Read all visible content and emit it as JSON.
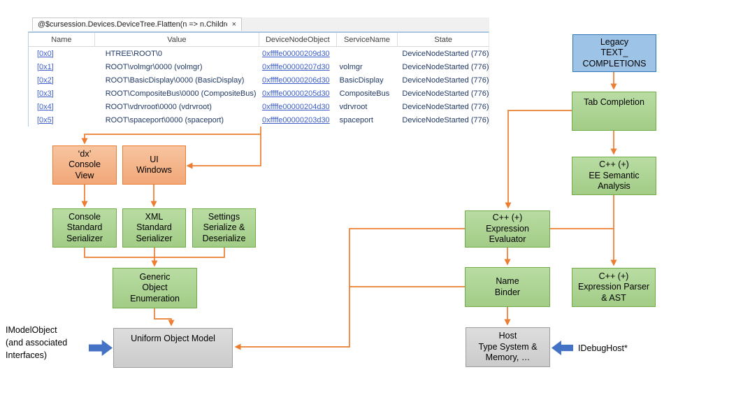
{
  "tab": {
    "title": "@$cursession.Devices.DeviceTree.Flatten(n => n.Children)",
    "close_label": "×"
  },
  "table": {
    "columns": [
      "Name",
      "Value",
      "DeviceNodeObject",
      "ServiceName",
      "State"
    ],
    "rows": [
      {
        "name": "[0x0]",
        "value": "HTREE\\ROOT\\0",
        "node": "0xffffe00000209d30",
        "service": "",
        "state": "DeviceNodeStarted (776)"
      },
      {
        "name": "[0x1]",
        "value": "ROOT\\volmgr\\0000 (volmgr)",
        "node": "0xffffe00000207d30",
        "service": "volmgr",
        "state": "DeviceNodeStarted (776)"
      },
      {
        "name": "[0x2]",
        "value": "ROOT\\BasicDisplay\\0000 (BasicDisplay)",
        "node": "0xffffe00000206d30",
        "service": "BasicDisplay",
        "state": "DeviceNodeStarted (776)"
      },
      {
        "name": "[0x3]",
        "value": "ROOT\\CompositeBus\\0000 (CompositeBus)",
        "node": "0xffffe00000205d30",
        "service": "CompositeBus",
        "state": "DeviceNodeStarted (776)"
      },
      {
        "name": "[0x4]",
        "value": "ROOT\\vdrvroot\\0000 (vdrvroot)",
        "node": "0xffffe00000204d30",
        "service": "vdrvroot",
        "state": "DeviceNodeStarted (776)"
      },
      {
        "name": "[0x5]",
        "value": "ROOT\\spaceport\\0000 (spaceport)",
        "node": "0xffffe00000203d30",
        "service": "spaceport",
        "state": "DeviceNodeStarted (776)"
      }
    ]
  },
  "boxes": {
    "legacy": {
      "lines": [
        "Legacy",
        "TEXT_",
        "COMPLETIONS"
      ]
    },
    "tab_completion": {
      "lines": [
        "Tab Completion"
      ]
    },
    "ee_semantic": {
      "lines": [
        "C++ (+)",
        "EE Semantic",
        "Analysis"
      ]
    },
    "dx_console": {
      "lines": [
        "‘dx’",
        "Console",
        "View"
      ]
    },
    "ui_windows": {
      "lines": [
        "UI",
        "Windows"
      ]
    },
    "console_serializer": {
      "lines": [
        "Console",
        "Standard",
        "Serializer"
      ]
    },
    "xml_serializer": {
      "lines": [
        "XML",
        "Standard",
        "Serializer"
      ]
    },
    "settings_serializer": {
      "lines": [
        "Settings",
        "Serialize &",
        "Deserialize"
      ]
    },
    "generic_enum": {
      "lines": [
        "Generic",
        "Object",
        "Enumeration"
      ]
    },
    "uniform_model": {
      "lines": [
        "Uniform Object Model"
      ]
    },
    "expr_evaluator": {
      "lines": [
        "C++ (+)",
        "Expression",
        "Evaluator"
      ]
    },
    "name_binder": {
      "lines": [
        "Name",
        "Binder"
      ]
    },
    "expr_parser": {
      "lines": [
        "C++ (+)",
        "Expression Parser",
        "& AST"
      ]
    },
    "host": {
      "lines": [
        "Host",
        "Type System &",
        "Memory, …"
      ]
    }
  },
  "labels": {
    "imodelobject": {
      "lines": [
        "IModelObject",
        "(and associated",
        "Interfaces)"
      ]
    },
    "idebughost": "IDebugHost*"
  },
  "colors": {
    "accent_orange": "#ED7D31",
    "green_fill": "#A9D08E",
    "green_border": "#70AD47",
    "salmon_fill": "#F4B183",
    "blue_fill": "#9DC3E6",
    "blue_border": "#2E75B6",
    "gray_fill": "#D6D6D6",
    "fat_arrow_blue": "#4472C4",
    "link_blue": "#3D5EC9",
    "value_navy": "#203864"
  }
}
